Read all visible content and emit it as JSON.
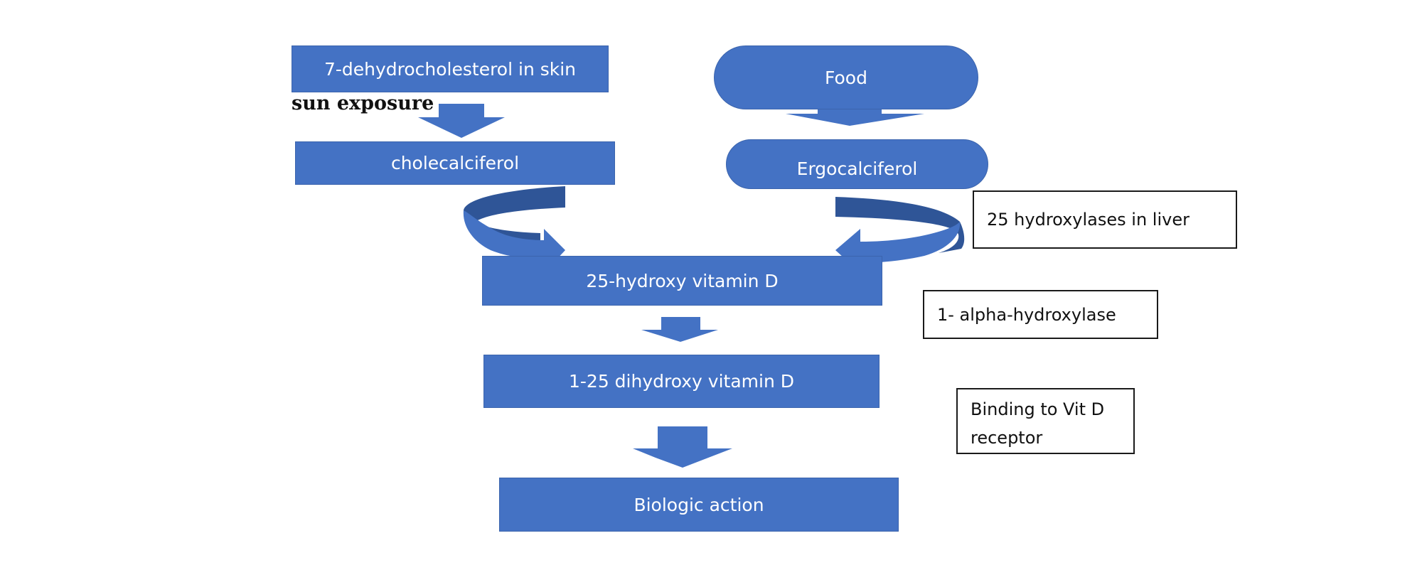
{
  "nodes": {
    "dehydrocholesterol": "7-dehydrocholesterol in skin",
    "food": "Food",
    "cholecalciferol": "cholecalciferol",
    "ergocalciferol": "Ergocalciferol",
    "hydroxy_vitd": "25-hydroxy vitamin D",
    "dihydroxy_vitd": "1-25 dihydroxy vitamin D",
    "biologic_action": "Biologic action"
  },
  "labels": {
    "sun_exposure": "sun exposure"
  },
  "notes": {
    "hydroxylases_liver": "25 hydroxylases in liver",
    "alpha_hydroxylase": "1- alpha-hydroxylase",
    "binding_receptor": "Binding to Vit D receptor"
  },
  "colors": {
    "node_fill": "#4472c4",
    "arrow_fill": "#4472c4",
    "arrow_dark": "#2f5597",
    "note_border": "#1a1a1a"
  }
}
